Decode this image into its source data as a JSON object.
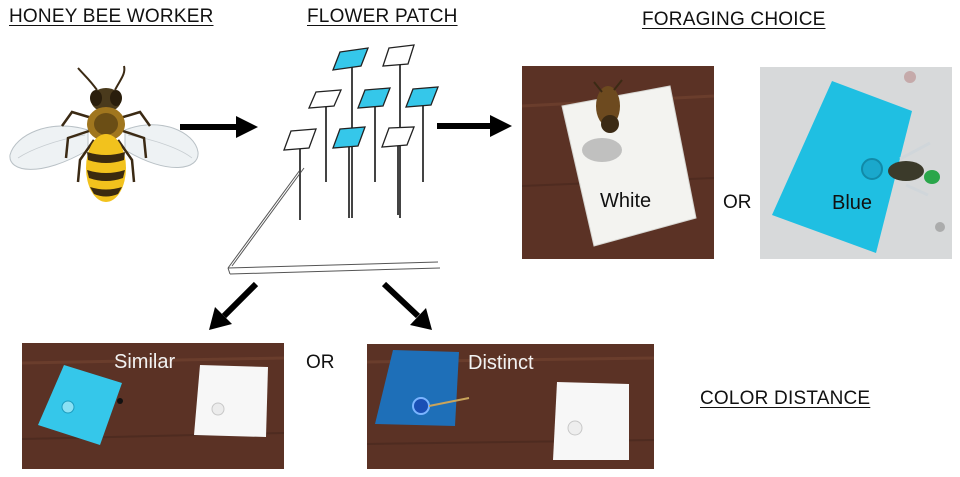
{
  "headings": {
    "bee": "HONEY BEE WORKER",
    "patch": "FLOWER PATCH",
    "foraging": "FORAGING CHOICE",
    "distance": "COLOR DISTANCE"
  },
  "foraging_choice": {
    "left_label": "White",
    "or_label": "OR",
    "right_label": "Blue"
  },
  "color_distance": {
    "left_label": "Similar",
    "or_label": "OR",
    "right_label": "Distinct"
  },
  "colors": {
    "blue_flower": "#35c7ea",
    "distinct_blue": "#1e6fb8",
    "wood": "#5b3225",
    "white_flower": "#ffffff"
  },
  "icons": [
    "honey-bee-icon",
    "flower-patch-icon",
    "arrow-icon"
  ]
}
